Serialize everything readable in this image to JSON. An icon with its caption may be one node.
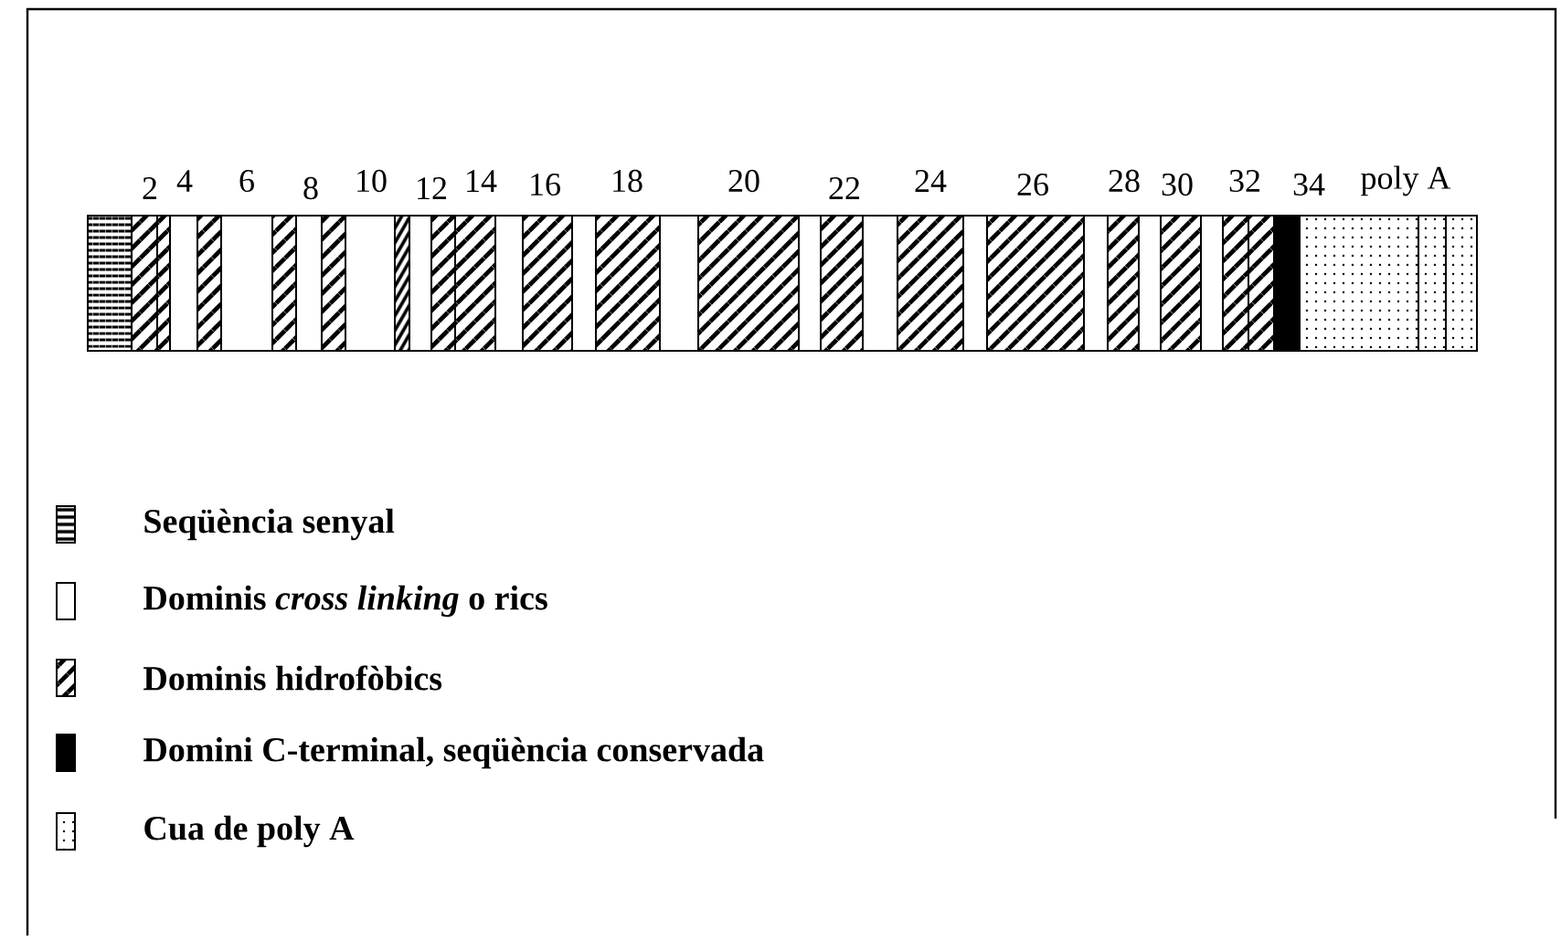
{
  "diagram": {
    "labels": [
      "2",
      "4",
      "6",
      "8",
      "10",
      "12",
      "14",
      "16",
      "18",
      "20",
      "22",
      "24",
      "26",
      "28",
      "30",
      "32",
      "34",
      "poly A"
    ],
    "legend": [
      {
        "text": "Seqüència senyal"
      },
      {
        "text": "Dominis *cross linking* o rics"
      },
      {
        "text": "Dominis hidrofòbics"
      },
      {
        "text": "Domini C-terminal, seqüència conservada"
      },
      {
        "text": "Cua de poly A"
      }
    ]
  }
}
